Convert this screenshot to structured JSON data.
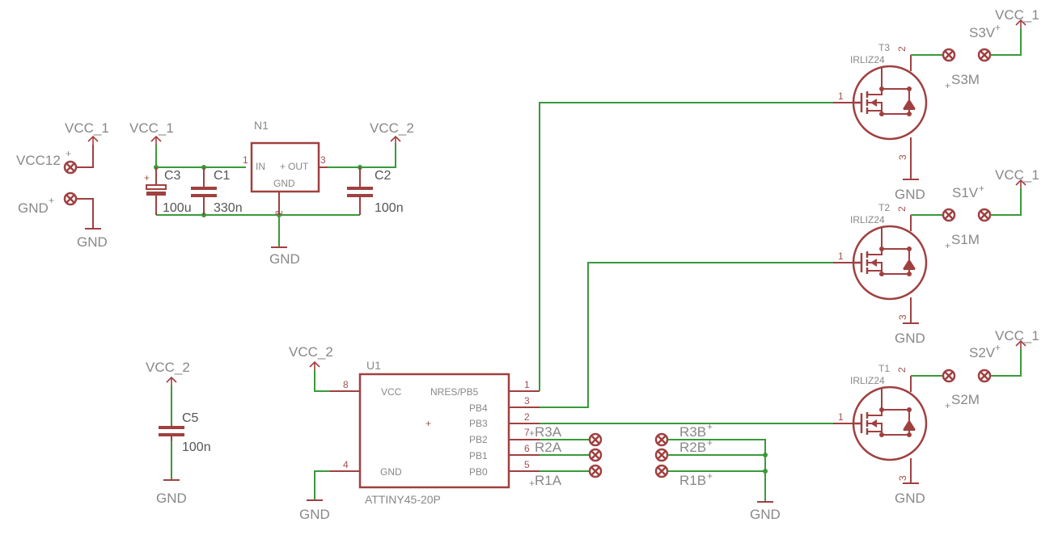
{
  "power": {
    "vcc_1": "VCC_1",
    "vcc_2": "VCC_2",
    "gnd": "GND"
  },
  "connectors": {
    "vcc12": "VCC12",
    "gnd_in": "GND",
    "s3v": "S3V",
    "s3m": "S3M",
    "s1v": "S1V",
    "s1m": "S1M",
    "s2v": "S2V",
    "s2m": "S2M",
    "r3a": "R3A",
    "r2a": "R2A",
    "r1a": "R1A",
    "r3b": "R3B",
    "r2b": "R2B",
    "r1b": "R1B"
  },
  "components": {
    "c3": {
      "name": "C3",
      "value": "100u"
    },
    "c1": {
      "name": "C1",
      "value": "330n"
    },
    "c2": {
      "name": "C2",
      "value": "100n"
    },
    "c5": {
      "name": "C5",
      "value": "100n"
    },
    "n1": {
      "name": "N1",
      "in": "IN",
      "out": "OUT",
      "gnd": "GND"
    },
    "u1": {
      "name": "U1",
      "part": "ATTINY45-20P",
      "pins_left": [
        "VCC",
        "GND"
      ],
      "pins_right": [
        "NRES/PB5",
        "PB4",
        "PB3",
        "PB2",
        "PB1",
        "PB0"
      ]
    },
    "t3": {
      "name": "T3",
      "part": "IRLIZ24"
    },
    "t2": {
      "name": "T2",
      "part": "IRLIZ24"
    },
    "t1": {
      "name": "T1",
      "part": "IRLIZ24"
    }
  },
  "pin_numbers": {
    "one": "1",
    "two": "2",
    "three": "3",
    "four": "4",
    "five": "5",
    "six": "6",
    "seven": "7",
    "eight": "8"
  },
  "colors": {
    "wire": "#3a9a3a",
    "part": "#a04040",
    "label": "#888888"
  }
}
